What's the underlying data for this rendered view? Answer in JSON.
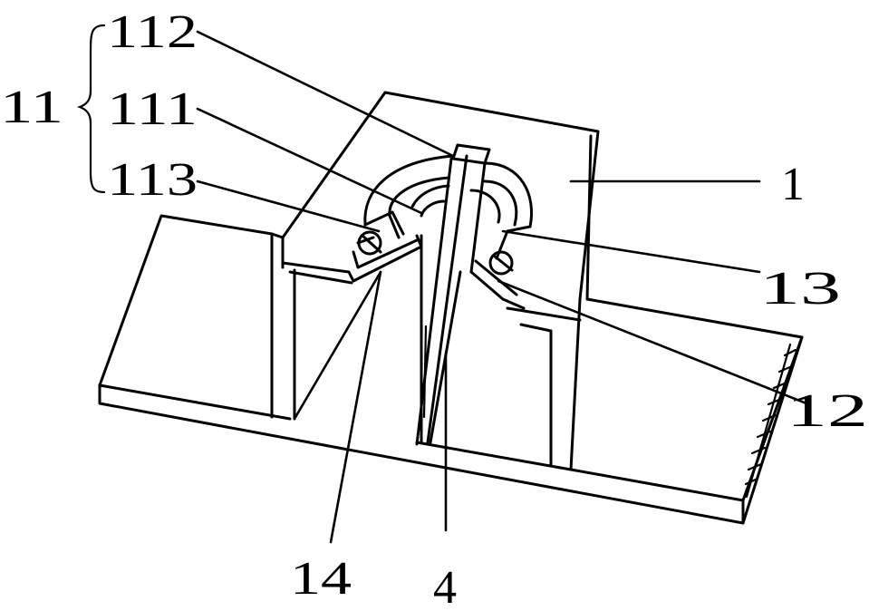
{
  "labels": {
    "group_11": "11",
    "l_112": "112",
    "l_111": "111",
    "l_113": "113",
    "l_1": "1",
    "l_13": "13",
    "l_12": "12",
    "l_14": "14",
    "l_4": "4"
  },
  "colors": {
    "line": "#000000",
    "background": "#ffffff"
  }
}
